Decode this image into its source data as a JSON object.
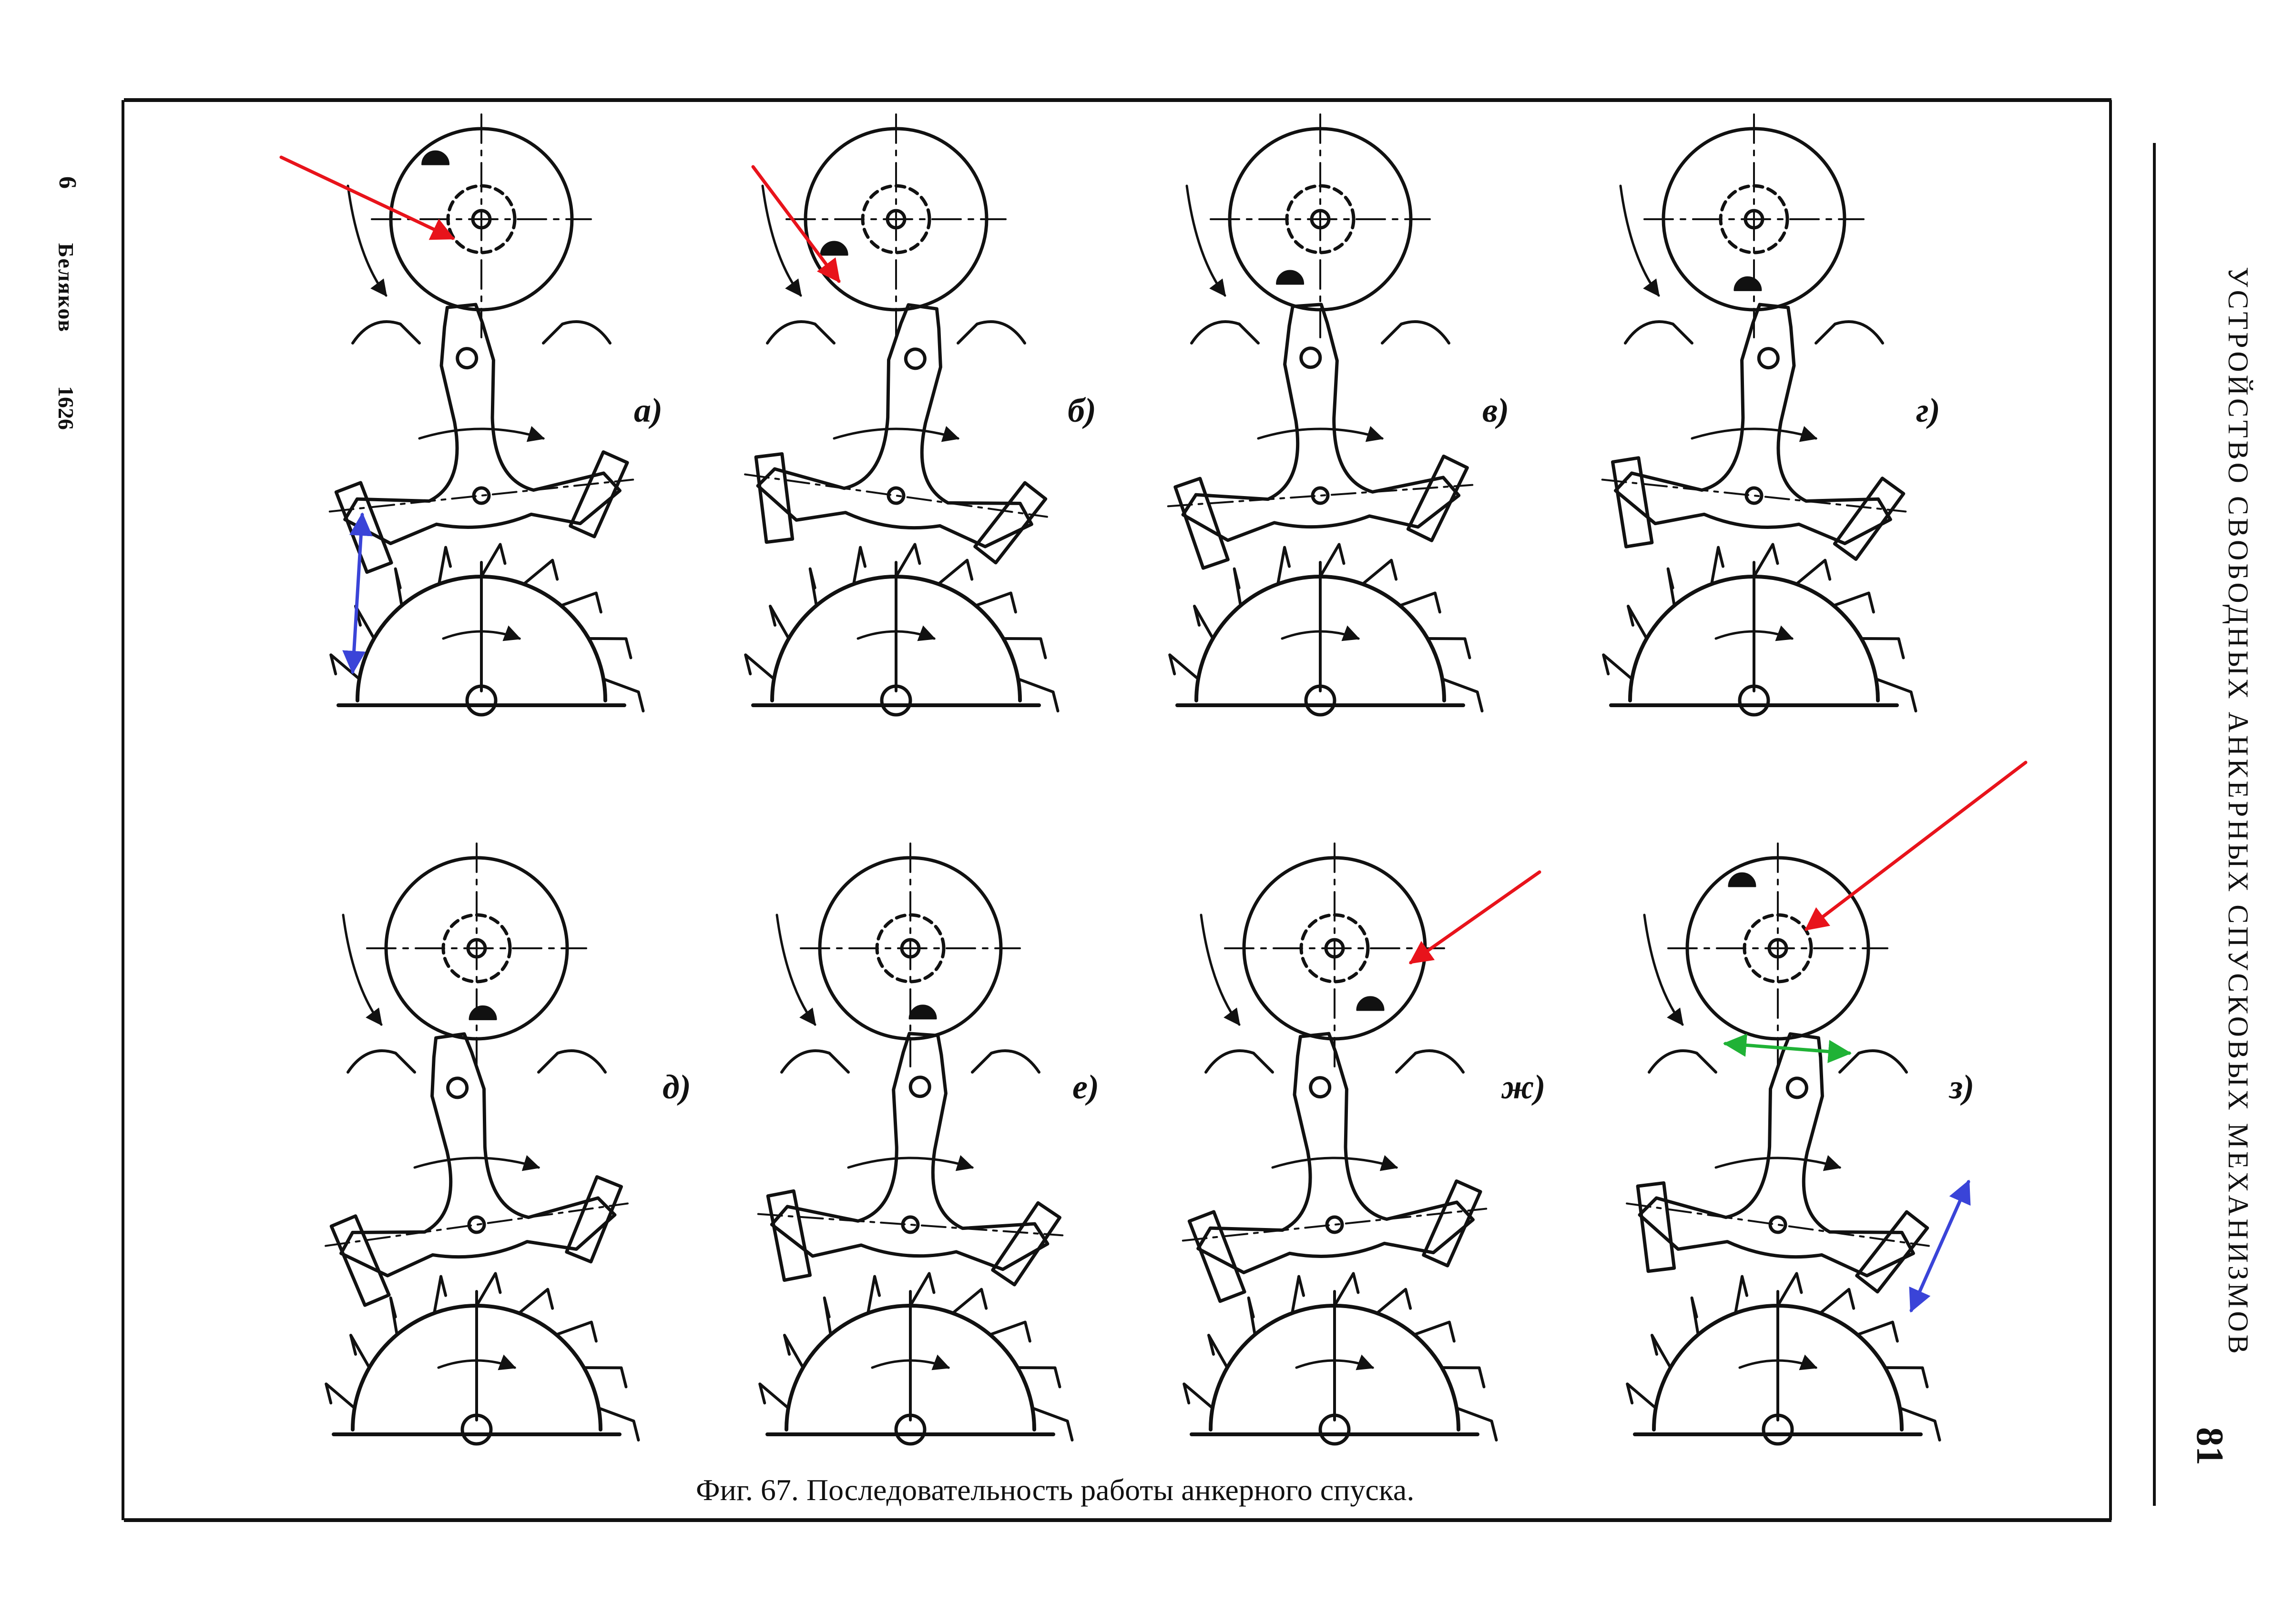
{
  "caption": "Фиг. 67. Последовательность работы анкерного спуска.",
  "running_title": "УСТРОЙСТВО СВОБОДНЫХ АНКЕРНЫХ СПУСКОВЫХ МЕХАНИЗМОВ",
  "page_number": "81",
  "signature": {
    "number": "6",
    "author": "Беляков",
    "year": "1626"
  },
  "panels": [
    {
      "label": "а)",
      "stage": 1,
      "red_arrow": true,
      "blue_arrow": "left",
      "green_arrow": false
    },
    {
      "label": "б)",
      "stage": 2,
      "red_arrow": true,
      "blue_arrow": "none",
      "green_arrow": false
    },
    {
      "label": "в)",
      "stage": 3,
      "red_arrow": false,
      "blue_arrow": "none",
      "green_arrow": false
    },
    {
      "label": "г)",
      "stage": 4,
      "red_arrow": false,
      "blue_arrow": "none",
      "green_arrow": false
    },
    {
      "label": "д)",
      "stage": 5,
      "red_arrow": false,
      "blue_arrow": "none",
      "green_arrow": false
    },
    {
      "label": "е)",
      "stage": 6,
      "red_arrow": false,
      "blue_arrow": "none",
      "green_arrow": false
    },
    {
      "label": "ж)",
      "stage": 7,
      "red_arrow": true,
      "blue_arrow": "none",
      "green_arrow": false
    },
    {
      "label": "з)",
      "stage": 8,
      "red_arrow": true,
      "blue_arrow": "right",
      "green_arrow": true
    }
  ],
  "colors": {
    "ink": "#111111",
    "red": "#e8131b",
    "blue": "#3a44d8",
    "green": "#20b236"
  }
}
